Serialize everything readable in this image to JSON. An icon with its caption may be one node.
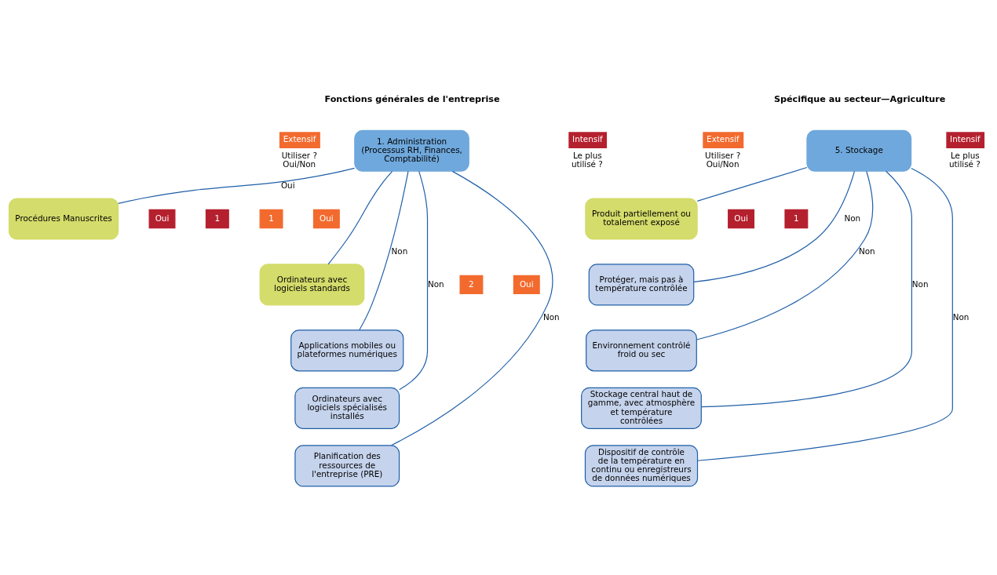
{
  "diagram": {
    "nodes": [
      {
        "text": [
          "Extensif"
        ],
        "beside": [
          "Utiliser ? Oui/Non"
        ]
      },
      {
        "text": [
          "1. Administration (Processus RH, Finances, Comptabilité)"
        ]
      },
      {
        "text": [
          "Intensif"
        ],
        "beside": [
          "Le plus utilisé ?"
        ]
      },
      {
        "text": [
          "Extensif"
        ],
        "beside": [
          "Utiliser ? Oui/Non"
        ]
      },
      {
        "text": [
          "5. Stockage"
        ]
      },
      {
        "text": [
          "Intensif"
        ],
        "beside": [
          "Le plus utilisé ?"
        ]
      },
      {
        "text": [
          "Procédures Manuscrites"
        ]
      },
      {
        "text": [
          "Oui"
        ]
      },
      {
        "text": [
          "1"
        ]
      },
      {
        "text": [
          "1"
        ]
      },
      {
        "text": [
          "Oui"
        ]
      },
      {
        "text": [
          "Produit partiellement ou totalement exposé"
        ]
      },
      {
        "text": [
          "Oui"
        ]
      },
      {
        "text": [
          "1"
        ]
      },
      {
        "text": [
          "2"
        ]
      },
      {
        "text": [
          "Oui"
        ]
      },
      {
        "text": [
          "Ordinateurs avec logiciels standards"
        ]
      },
      {
        "text": [
          "Protéger, mais pas à température contrôlée"
        ]
      },
      {
        "text": [
          "Applications mobiles ou plateformes numériques"
        ]
      },
      {
        "text": [
          "Environnement contrôlé froid ou sec"
        ]
      },
      {
        "text": [
          "Ordinateurs avec logiciels spécialisés installés"
        ]
      },
      {
        "text": [
          "Stockage central haut de gamme, avec atmosphère et température contrôlées"
        ]
      },
      {
        "text": [
          "Planification des ressources de l'entreprise (PRE)"
        ]
      },
      {
        "text": [
          "Dispositif de contrôle de la température en continu ou enregistreurs de données numériques"
        ]
      }
    ],
    "edges": [
      {
        "from": 1,
        "to": 6,
        "arrow": "none",
        "label": "Oui"
      },
      {
        "from": 1,
        "to": 16,
        "arrow": "none"
      },
      {
        "from": 1,
        "to": 18,
        "arrow": "none",
        "label": "Non"
      },
      {
        "from": 1,
        "to": 20,
        "arrow": "none",
        "label": "Non"
      },
      {
        "from": 1,
        "to": 22,
        "arrow": "none",
        "label": "Non"
      },
      {
        "from": 4,
        "to": 11,
        "arrow": "none"
      },
      {
        "from": 4,
        "to": 17,
        "arrow": "none",
        "label": "Non"
      },
      {
        "from": 4,
        "to": 19,
        "arrow": "none",
        "label": "Non"
      },
      {
        "from": 4,
        "to": 21,
        "arrow": "none",
        "label": "Non"
      },
      {
        "from": 4,
        "to": 23,
        "arrow": "none",
        "label": "Non"
      }
    ],
    "labels": [
      "Fonctions générales de l'entreprise",
      "Spécifique au secteur—Agriculture"
    ]
  }
}
